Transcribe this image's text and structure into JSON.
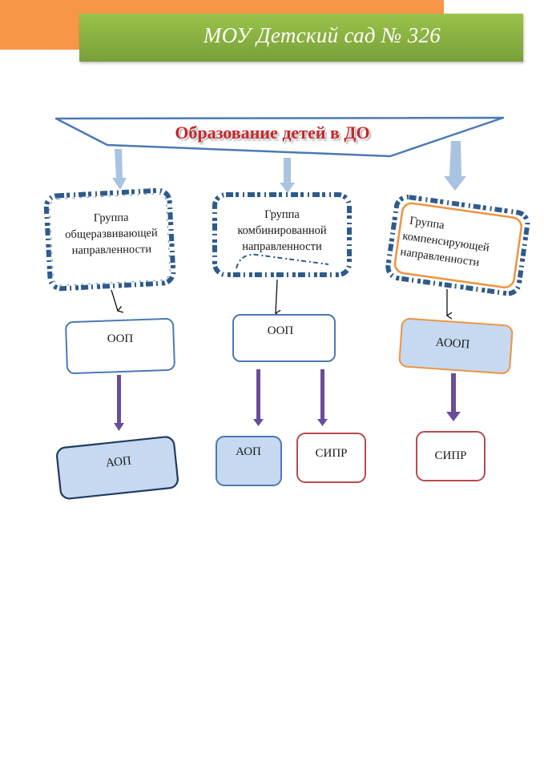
{
  "header": {
    "title": "МОУ Детский сад № 326",
    "colors": {
      "orange": "#f79646",
      "green": "#8db843"
    }
  },
  "diagram": {
    "root": {
      "label": "Образование детей в ДО"
    },
    "groups": [
      {
        "label_lines": [
          "Группа",
          "общеразвивающей",
          "направленности"
        ],
        "program": {
          "label": "ООП"
        },
        "children": [
          {
            "label": "АОП"
          }
        ]
      },
      {
        "label_lines": [
          "Группа",
          "комбинированной",
          "направленности"
        ],
        "program": {
          "label": "ООП"
        },
        "children": [
          {
            "label": "АОП"
          },
          {
            "label": "СИПР"
          }
        ]
      },
      {
        "label_lines": [
          "Группа",
          "компенсирующей",
          "направленности"
        ],
        "program": {
          "label": "АООП"
        },
        "children": [
          {
            "label": "СИПР"
          }
        ]
      }
    ],
    "colors": {
      "outline_blue": "#4a7ab5",
      "fill_light_blue": "#c6d9f1",
      "orange_border": "#f0923e",
      "red_border": "#b94a4e",
      "arrow_light_blue": "#a9c3e0",
      "arrow_purple": "#6b4c9a",
      "title_red": "#c0282d"
    }
  }
}
